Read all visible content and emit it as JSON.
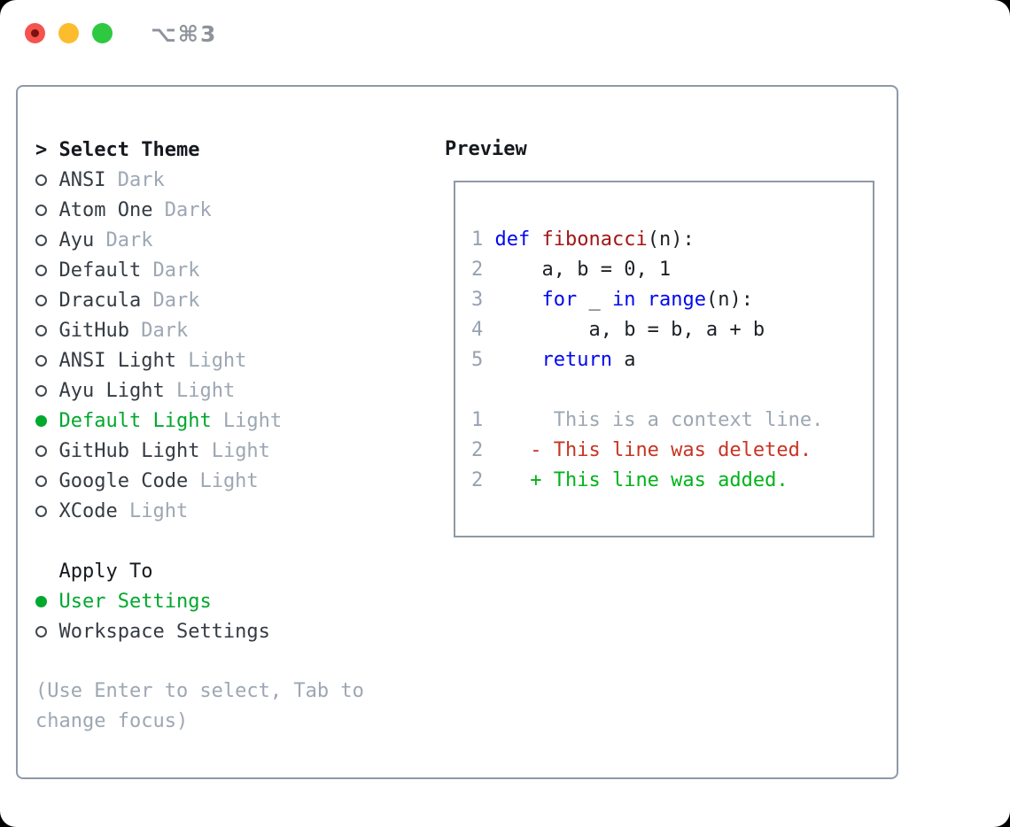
{
  "colors": {
    "border": "#8f99a6",
    "heading": "#15191e",
    "dark": "#343b43",
    "muted": "#9da7b3",
    "green": "#00a82d",
    "circle": "#424950",
    "keyword_blue": "#0008ee",
    "function_red": "#a31515",
    "code_plain": "#1c2126",
    "line_number": "#97a1b1",
    "diff_deleted": "#c73424",
    "diff_added": "#00b31a",
    "titlebar_text": "#8e939b",
    "traffic_red": "#f4544d",
    "traffic_red_dot": "#7c1210",
    "traffic_yellow": "#fcbc2d",
    "traffic_green": "#2ec940"
  },
  "titlebar": {
    "title": "⌥⌘3",
    "close_light": "close",
    "minimize_light": "minimize",
    "zoom_light": "zoom"
  },
  "theme_panel": {
    "heading_prefix": ">",
    "heading": "Select Theme",
    "items": [
      {
        "label": "ANSI",
        "variant": "Dark",
        "selected": false
      },
      {
        "label": "Atom One",
        "variant": "Dark",
        "selected": false
      },
      {
        "label": "Ayu",
        "variant": "Dark",
        "selected": false
      },
      {
        "label": "Default",
        "variant": "Dark",
        "selected": false
      },
      {
        "label": "Dracula",
        "variant": "Dark",
        "selected": false
      },
      {
        "label": "GitHub",
        "variant": "Dark",
        "selected": false
      },
      {
        "label": "ANSI Light",
        "variant": "Light",
        "selected": false
      },
      {
        "label": "Ayu Light",
        "variant": "Light",
        "selected": false
      },
      {
        "label": "Default Light",
        "variant": "Light",
        "selected": true
      },
      {
        "label": "GitHub Light",
        "variant": "Light",
        "selected": false
      },
      {
        "label": "Google Code",
        "variant": "Light",
        "selected": false
      },
      {
        "label": "XCode",
        "variant": "Light",
        "selected": false
      }
    ],
    "apply_to": {
      "heading": "Apply To",
      "options": [
        {
          "label": "User Settings",
          "selected": true
        },
        {
          "label": "Workspace Settings",
          "selected": false
        }
      ]
    },
    "hint": "(Use Enter to select, Tab to change focus)"
  },
  "preview": {
    "heading": "Preview",
    "lines": [
      {
        "num": "1",
        "segs": [
          {
            "c": "kw",
            "t": "def"
          },
          {
            "c": "plain",
            "t": " "
          },
          {
            "c": "fn",
            "t": "fibonacci"
          },
          {
            "c": "plain",
            "t": "(n):"
          }
        ]
      },
      {
        "num": "2",
        "segs": [
          {
            "c": "plain",
            "t": "    a, b = 0, 1"
          }
        ]
      },
      {
        "num": "3",
        "segs": [
          {
            "c": "plain",
            "t": "    "
          },
          {
            "c": "kw",
            "t": "for"
          },
          {
            "c": "plain",
            "t": " _ "
          },
          {
            "c": "kw",
            "t": "in"
          },
          {
            "c": "plain",
            "t": " "
          },
          {
            "c": "kw",
            "t": "range"
          },
          {
            "c": "plain",
            "t": "(n):"
          }
        ]
      },
      {
        "num": "4",
        "segs": [
          {
            "c": "plain",
            "t": "        a, b = b, a + b"
          }
        ]
      },
      {
        "num": "5",
        "segs": [
          {
            "c": "plain",
            "t": "    "
          },
          {
            "c": "kw",
            "t": "return"
          },
          {
            "c": "plain",
            "t": " a"
          }
        ]
      },
      {
        "num": "",
        "segs": []
      },
      {
        "num": "1",
        "segs": [
          {
            "c": "ctx",
            "t": "     This is a context line."
          }
        ]
      },
      {
        "num": "2",
        "segs": [
          {
            "c": "del",
            "t": "   - This line was deleted."
          }
        ]
      },
      {
        "num": "2",
        "segs": [
          {
            "c": "add",
            "t": "   + This line was added."
          }
        ]
      }
    ]
  }
}
